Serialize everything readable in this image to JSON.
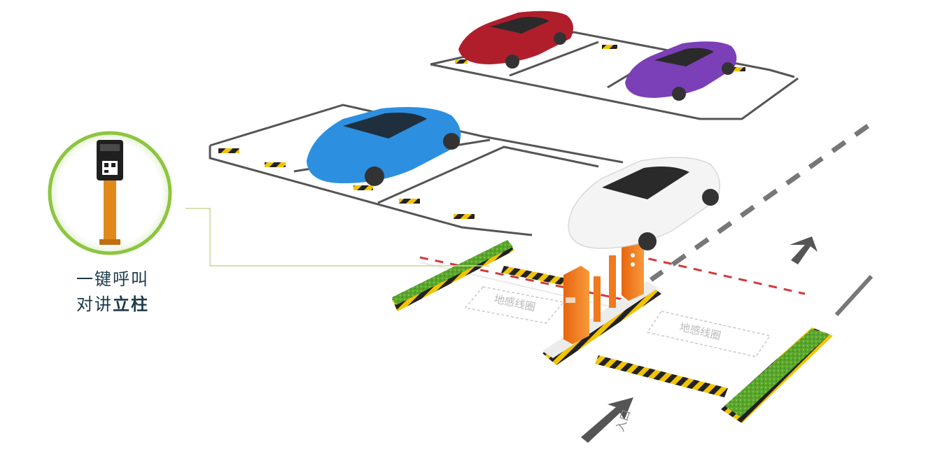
{
  "callout": {
    "line1": "一键呼叫",
    "line2_normal": "对讲",
    "line2_bold": "立柱"
  },
  "floor_labels": {
    "loop_left": "地感线圈",
    "loop_right": "地感线圈"
  },
  "entry_label": "入口",
  "colors": {
    "ring": "#8cc63f",
    "gate_orange": "#f07a1e",
    "grass": "#5aa62c",
    "hazard_yellow": "#f2c400",
    "car_red": "#b01e2c",
    "car_purple": "#7b3fb8",
    "car_blue": "#2d8fe0",
    "car_white": "#f4f4f4",
    "label_text": "#1c3a4a"
  }
}
